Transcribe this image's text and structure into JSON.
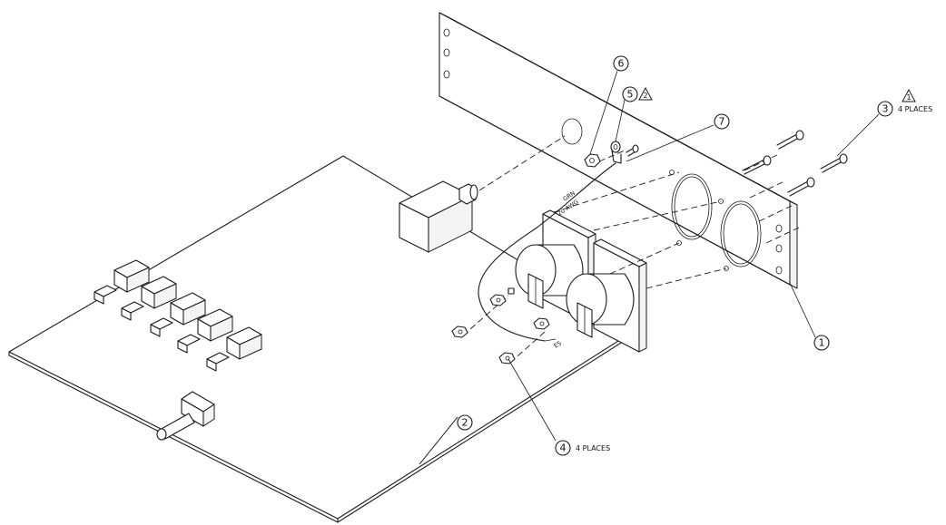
{
  "callouts": [
    {
      "id": "1",
      "label": "1",
      "note": "",
      "revision": ""
    },
    {
      "id": "2",
      "label": "2",
      "note": "",
      "revision": ""
    },
    {
      "id": "3",
      "label": "3",
      "note": "4 PLACES",
      "revision": "1"
    },
    {
      "id": "4",
      "label": "4",
      "note": "4 PLACES",
      "revision": ""
    },
    {
      "id": "5",
      "label": "5",
      "note": "",
      "revision": "2"
    },
    {
      "id": "6",
      "label": "6",
      "note": "",
      "revision": ""
    },
    {
      "id": "7",
      "label": "7",
      "note": "",
      "revision": ""
    }
  ],
  "wire": {
    "color": "GRN",
    "gauge": "20 AWG",
    "terminal": "E5"
  },
  "colors": {
    "line": "#1a1a1a",
    "background": "#ffffff"
  }
}
